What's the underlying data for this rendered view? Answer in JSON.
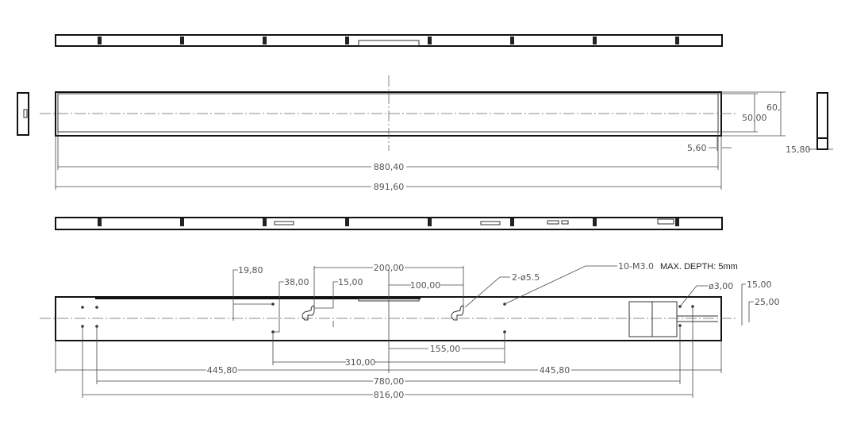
{
  "front_view": {
    "dim_inner_length": "880,40",
    "dim_outer_length": "891,60",
    "dim_inner_height": "50,00",
    "dim_outer_height": "60,",
    "dim_border": "5,60"
  },
  "side_view": {
    "dim_depth": "15,80"
  },
  "rear_view": {
    "dim_19_80": "19,80",
    "dim_38_00": "38,00",
    "dim_15_00": "15,00",
    "dim_200_00": "200,00",
    "dim_100_00": "100,00",
    "hook_label": "2-ø5.5",
    "screw_label": "10-M3.0",
    "screw_note": "MAX. DEPTH: 5mm",
    "hole_label": "ø3,00",
    "dim_right_15_00": "15,00",
    "dim_right_25_00": "25,00",
    "dim_155_00": "155,00",
    "dim_310_00": "310,00",
    "dim_left_445_80": "445,80",
    "dim_right_445_80": "445,80",
    "dim_780_00": "780,00",
    "dim_816_00": "816,00"
  }
}
